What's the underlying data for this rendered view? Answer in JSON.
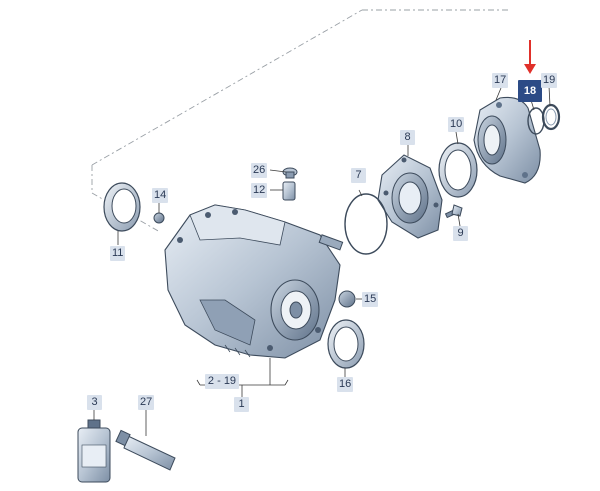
{
  "diagram": {
    "callouts": [
      {
        "id": "c17",
        "label": "17"
      },
      {
        "id": "c18",
        "label": "18",
        "active": true
      },
      {
        "id": "c19",
        "label": "19"
      },
      {
        "id": "c8",
        "label": "8"
      },
      {
        "id": "c10",
        "label": "10"
      },
      {
        "id": "c7",
        "label": "7"
      },
      {
        "id": "c26",
        "label": "26"
      },
      {
        "id": "c12",
        "label": "12"
      },
      {
        "id": "c14",
        "label": "14"
      },
      {
        "id": "c9",
        "label": "9"
      },
      {
        "id": "c11",
        "label": "11"
      },
      {
        "id": "c15",
        "label": "15"
      },
      {
        "id": "c16",
        "label": "16"
      },
      {
        "id": "c2-19",
        "label": "2 - 19"
      },
      {
        "id": "c1",
        "label": "1"
      },
      {
        "id": "c3",
        "label": "3"
      },
      {
        "id": "c27",
        "label": "27"
      }
    ],
    "highlight_color": "#2c4b86",
    "arrow_color": "#e0302a",
    "callout_color": "#d9e1ec"
  }
}
